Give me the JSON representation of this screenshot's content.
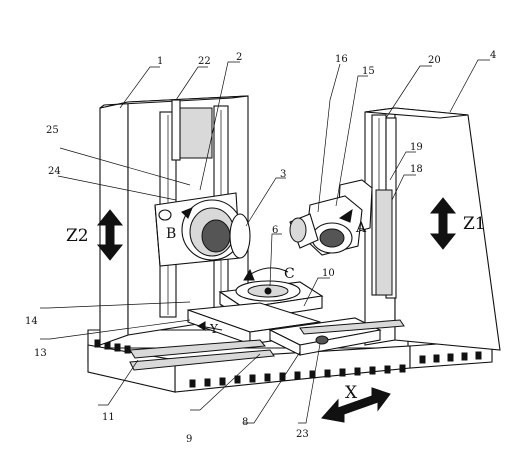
{
  "figure": {
    "labels": {
      "n1": "1",
      "n2": "2",
      "n3": "3",
      "n4": "4",
      "n6": "6",
      "n8": "8",
      "n9": "9",
      "n10": "10",
      "n11": "11",
      "n13": "13",
      "n14": "14",
      "n15": "15",
      "n16": "16",
      "n18": "18",
      "n19": "19",
      "n20": "20",
      "n22": "22",
      "n23": "23",
      "n24": "24",
      "n25": "25"
    },
    "axes": {
      "z1": "Z1",
      "z2": "Z2",
      "x": "X",
      "y": "Y",
      "a": "A",
      "b": "B",
      "c": "C"
    }
  }
}
